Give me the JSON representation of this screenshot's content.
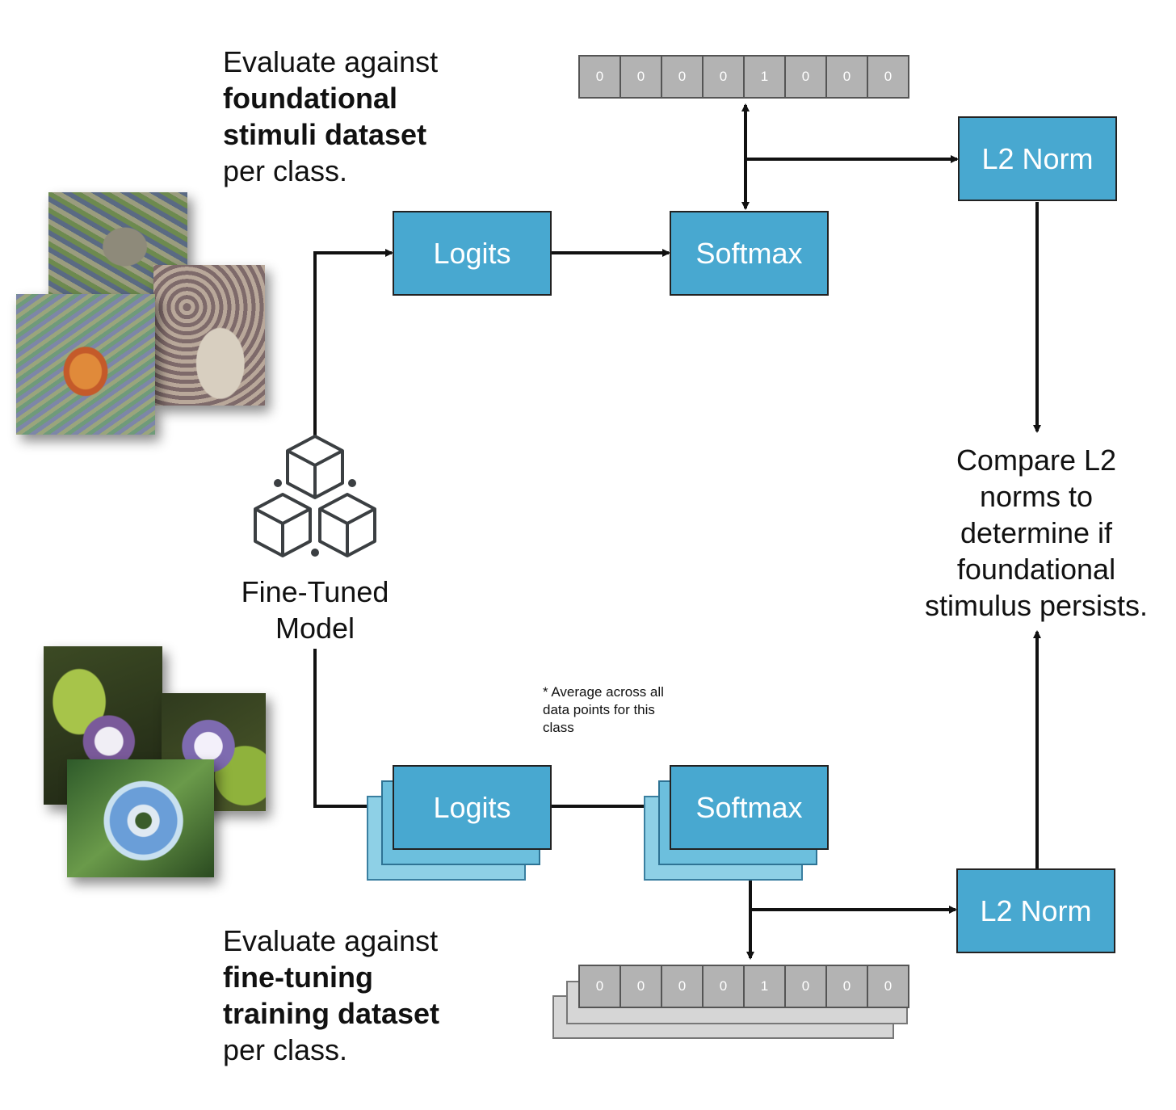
{
  "top": {
    "eval_prefix": "Evaluate against",
    "eval_bold_1": "foundational",
    "eval_bold_2": "stimuli dataset",
    "eval_suffix": "per class.",
    "logits_label": "Logits",
    "softmax_label": "Softmax",
    "l2_label": "L2 Norm",
    "vector": [
      "0",
      "0",
      "0",
      "0",
      "1",
      "0",
      "0",
      "0"
    ]
  },
  "bottom": {
    "eval_prefix": "Evaluate against",
    "eval_bold_1": "fine-tuning",
    "eval_bold_2": "training dataset",
    "eval_suffix": "per class.",
    "logits_label": "Logits",
    "softmax_label": "Softmax",
    "l2_label": "L2 Norm",
    "vector": [
      "0",
      "0",
      "0",
      "0",
      "1",
      "0",
      "0",
      "0"
    ],
    "note": "* Average  across all data points for this class"
  },
  "model": {
    "label_line1": "Fine-Tuned",
    "label_line2": "Model",
    "icon": "cubes-icon"
  },
  "compare": {
    "line1": "Compare L2",
    "line2": "norms to",
    "line3": "determine if",
    "line4": "foundational",
    "line5": "stimulus persists."
  },
  "colors": {
    "box_fill": "#48a8d0",
    "box_ghost": "#8ed0e6",
    "vector_cell": "#b3b3b3",
    "arrow": "#111111"
  }
}
